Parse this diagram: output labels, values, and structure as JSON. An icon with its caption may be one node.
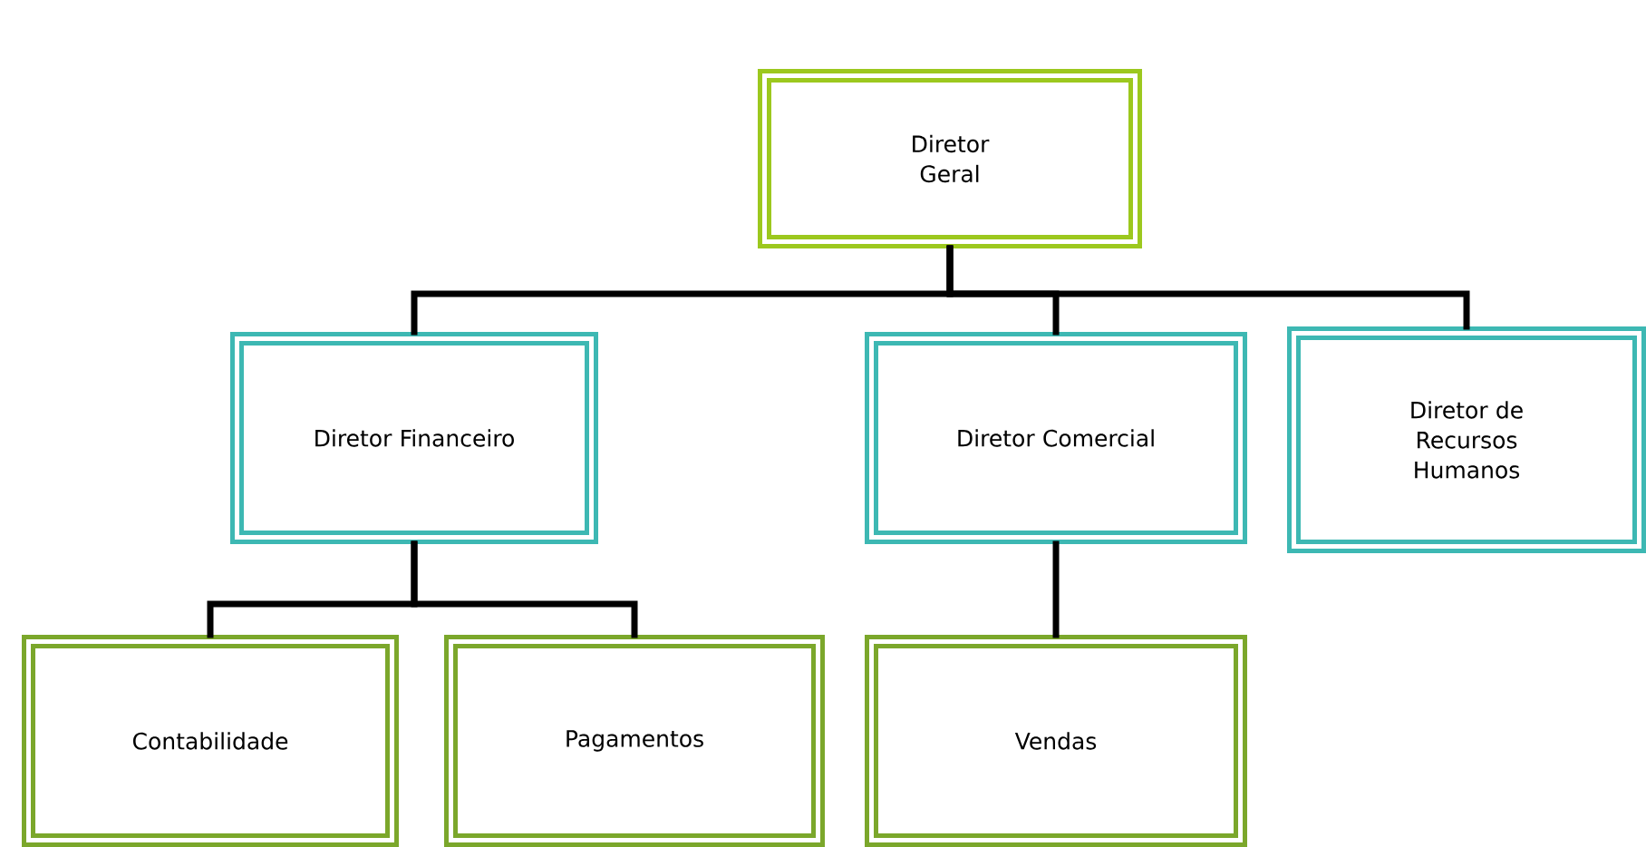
{
  "diagram": {
    "nodes": [
      {
        "text": [
          "Diretor Geral"
        ]
      },
      {
        "text": [
          "Diretor Financeiro"
        ]
      },
      {
        "text": [
          "Diretor Comercial"
        ]
      },
      {
        "text": [
          "Diretor de Recursos Humanos"
        ]
      },
      {
        "text": [
          "Contabilidade"
        ]
      },
      {
        "text": [
          "Pagamentos"
        ]
      },
      {
        "text": [
          "Vendas"
        ]
      }
    ],
    "edges": [
      {
        "from": 0,
        "to": 1,
        "arrow": "none"
      },
      {
        "from": 0,
        "to": 2,
        "arrow": "none"
      },
      {
        "from": 0,
        "to": 3,
        "arrow": "none"
      },
      {
        "from": 1,
        "to": 4,
        "arrow": "none"
      },
      {
        "from": 1,
        "to": 5,
        "arrow": "none"
      },
      {
        "from": 2,
        "to": 6,
        "arrow": "none"
      }
    ]
  }
}
